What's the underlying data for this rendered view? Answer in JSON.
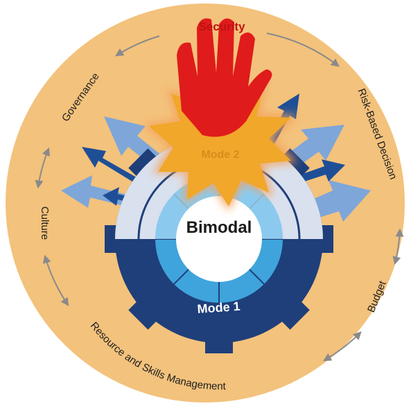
{
  "diagram": {
    "center_label": "Bimodal",
    "mode1_label": "Mode 1",
    "mode2_label": "Mode 2",
    "outer_labels": {
      "security": "Security",
      "risk": "Risk-Based Decision",
      "budget": "Budget",
      "resource": "Resource and Skills Management",
      "culture": "Culture",
      "governance": "Governance"
    },
    "icons": [
      "stop-hand-icon",
      "starburst-icon",
      "gear-icon",
      "cycle-arrow-icon"
    ],
    "colors": {
      "background_disk": "#f3c27c",
      "gear": "#1f3f7a",
      "arrow_light": "#7ea6d9",
      "arrow_dark": "#1e4f96",
      "hand": "#e01b1b",
      "burst": "#f0a72a",
      "ring_light": "#3fa4dc",
      "center": "#ffffff",
      "connector": "#8a8a8a"
    }
  }
}
